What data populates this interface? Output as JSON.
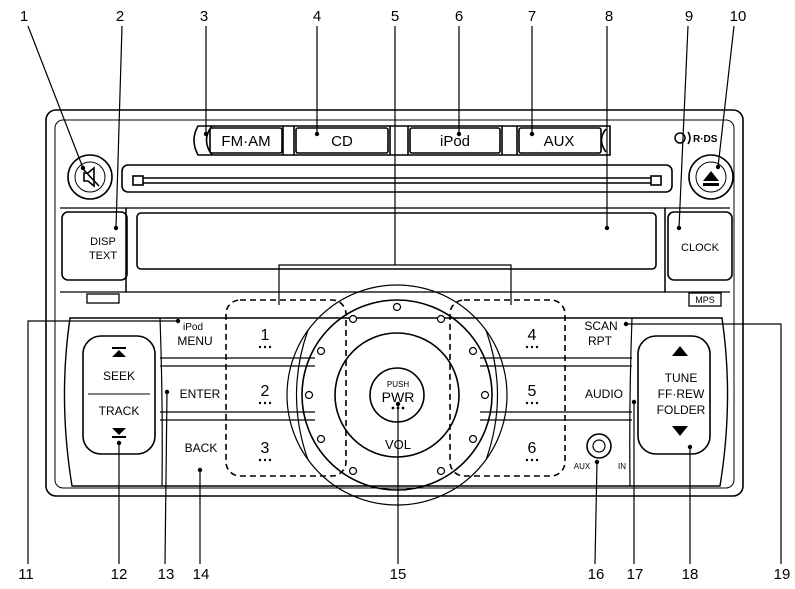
{
  "callouts": {
    "top": [
      "1",
      "2",
      "3",
      "4",
      "5",
      "6",
      "7",
      "8",
      "9",
      "10"
    ],
    "bottom": [
      "11",
      "12",
      "13",
      "14",
      "15",
      "16",
      "17",
      "18",
      "19"
    ]
  },
  "sources": {
    "fm_am": "FM·AM",
    "cd": "CD",
    "ipod": "iPod",
    "aux": "AUX"
  },
  "rds_logo": "R·DS",
  "mps_label": "MPS",
  "buttons": {
    "disp": "DISP",
    "text": "TEXT",
    "clock": "CLOCK",
    "ipod": "iPod",
    "menu": "MENU",
    "seek": "SEEK",
    "track": "TRACK",
    "enter": "ENTER",
    "back": "BACK",
    "scan": "SCAN",
    "rpt": "RPT",
    "audio": "AUDIO",
    "tune": "TUNE",
    "ffrew": "FF·REW",
    "folder": "FOLDER",
    "aux": "AUX",
    "in": "IN"
  },
  "presets": [
    "1",
    "2",
    "3",
    "4",
    "5",
    "6"
  ],
  "knob": {
    "push": "PUSH",
    "pwr": "PWR",
    "vol": "VOL"
  }
}
